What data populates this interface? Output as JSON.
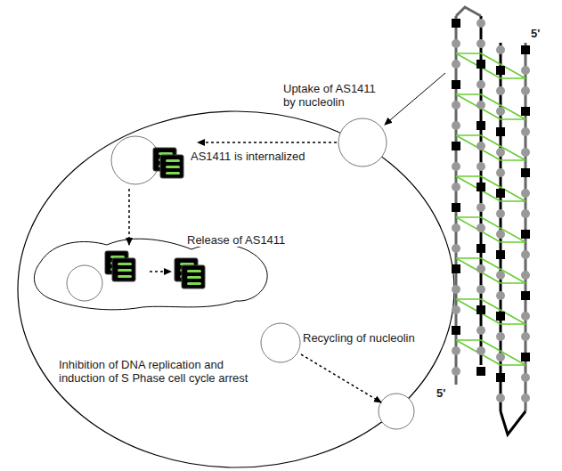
{
  "diagram": {
    "labels": [
      "Uptake of AS1411 by nucleolin",
      "AS1411 is internalized",
      "Release of AS1411",
      "Recycling of nucleolin",
      "Inhibition of DNA replication and induction of S Phase cell cycle arrest",
      "5'",
      "5'"
    ]
  }
}
